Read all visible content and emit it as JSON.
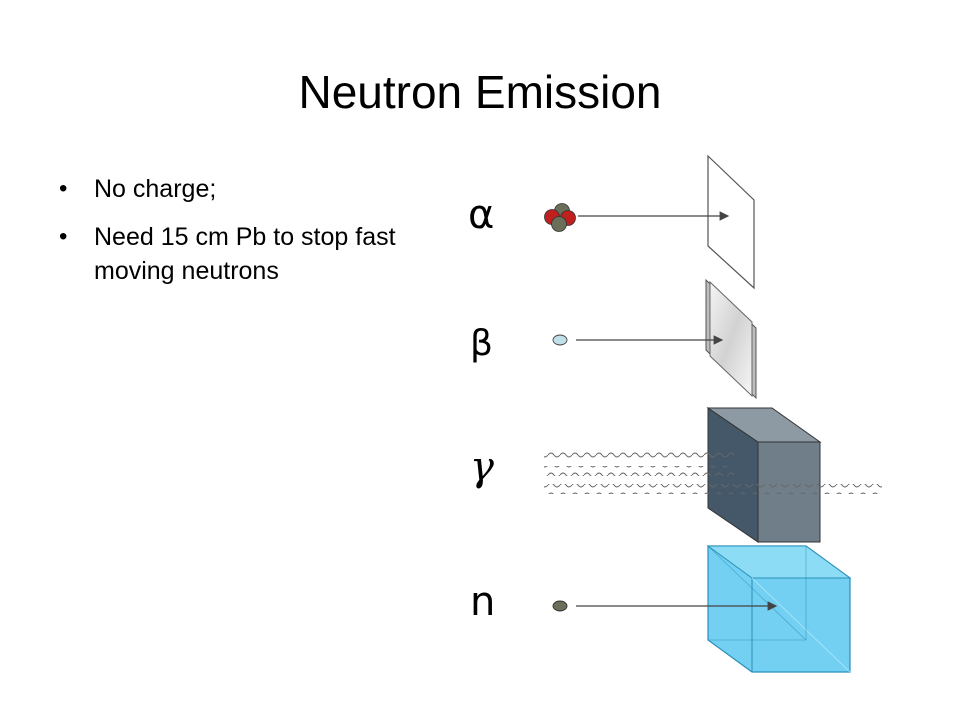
{
  "slide": {
    "title": "Neutron Emission",
    "bullets": [
      {
        "text": "No charge;"
      },
      {
        "text": "Need 15 cm Pb to stop fast moving neutrons"
      }
    ]
  },
  "diagram": {
    "labels": {
      "alpha": "α",
      "beta": "β",
      "gamma": "γ",
      "neutron": "n"
    }
  },
  "colors": {
    "alpha_red": "#c0201e",
    "particle_gray": "#6b6e58",
    "beta_particle": "#bfe0ea",
    "lead_front": "#44586a",
    "lead_side": "#6f7e88",
    "lead_top": "#8d9aa4",
    "water_blue": "#5ac8f0"
  }
}
